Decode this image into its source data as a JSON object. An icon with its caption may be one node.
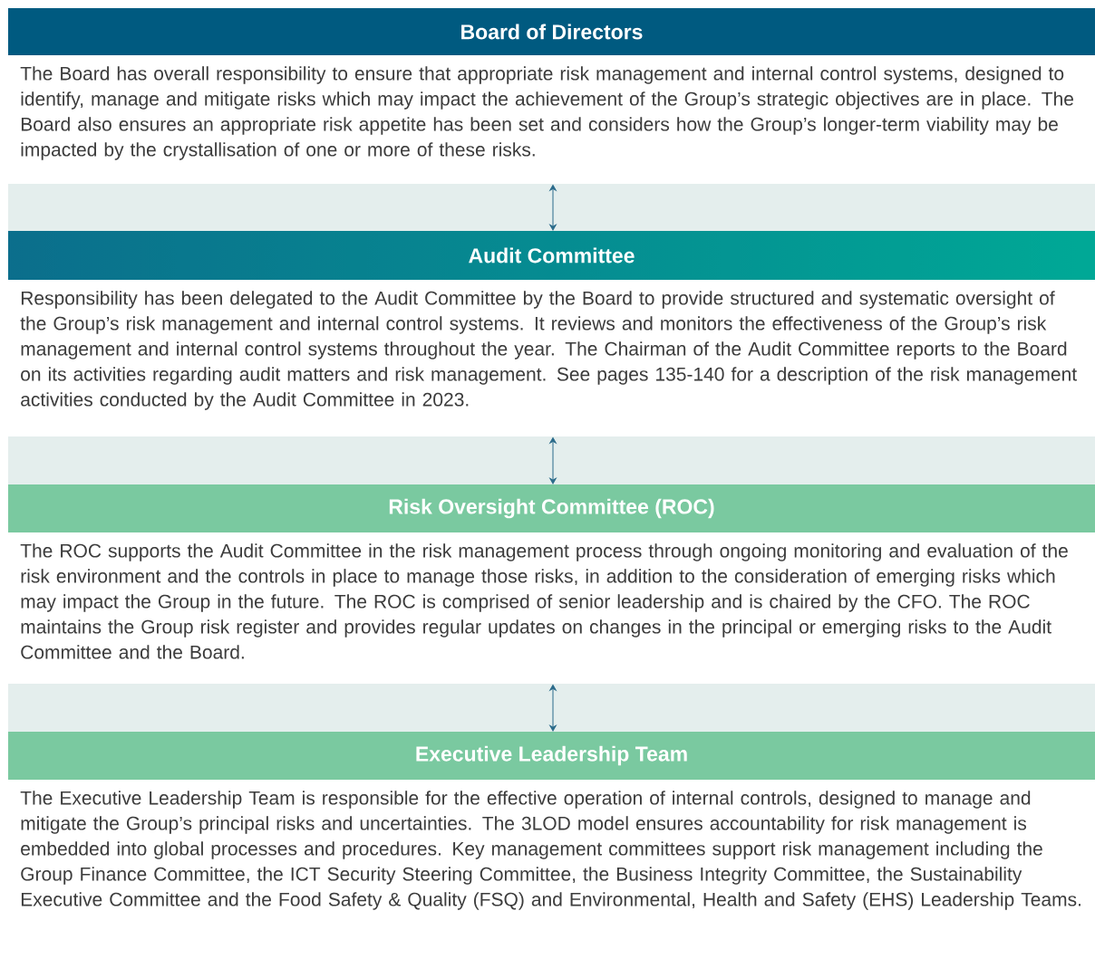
{
  "diagram": {
    "nodes": [
      {
        "text": [
          "Board of Directors",
          "The Board has overall responsibility to ensure that appropriate risk management and internal control systems, designed to identify, manage and mitigate risks which may impact the achievement of the Group’s strategic objectives are in place. The Board also ensures an appropriate risk appetite has been set and considers how the Group’s longer-term viability may be impacted by the crystallisation of one or more of these risks."
        ]
      },
      {
        "text": [
          "Audit Committee",
          "Responsibility has been delegated to the Audit Committee by the Board to provide structured and systematic oversight of the Group’s risk management and internal control systems. It reviews and monitors the effectiveness of the Group’s risk management and internal control systems throughout the year. The Chairman of the Audit Committee reports to the Board on its activities regarding audit matters and risk management. See pages 135-140 for a description of the risk management activities conducted by the Audit Committee in 2023."
        ]
      },
      {
        "text": [
          "Risk Oversight Committee (ROC)",
          "The ROC supports the Audit Committee in the risk management process through ongoing monitoring and evaluation of the risk environment and the controls in place to manage those risks, in addition to the consideration of emerging risks which may impact the Group in the future. The ROC is comprised of senior leadership and is chaired by the CFO. The ROC maintains the Group risk register and provides regular updates on changes in the principal or emerging risks to the Audit Committee and the Board."
        ]
      },
      {
        "text": [
          "Executive Leadership Team",
          "The Executive Leadership Team is responsible for the effective operation of internal controls, designed to manage and mitigate the Group’s principal risks and uncertainties. The 3LOD model ensures accountability for risk management is embedded into global processes and procedures. Key management committees support risk management including the Group Finance Committee, the ICT Security Steering Committee, the Business Integrity Committee, the Sustainability Executive Committee and the Food Safety & Quality (FSQ) and Environmental, Health and Safety (EHS) Leadership Teams."
        ]
      }
    ],
    "edges": [
      {
        "from": 0,
        "to": 1,
        "arrow": "both"
      },
      {
        "from": 1,
        "to": 2,
        "arrow": "both"
      },
      {
        "from": 2,
        "to": 3,
        "arrow": "both"
      }
    ]
  }
}
